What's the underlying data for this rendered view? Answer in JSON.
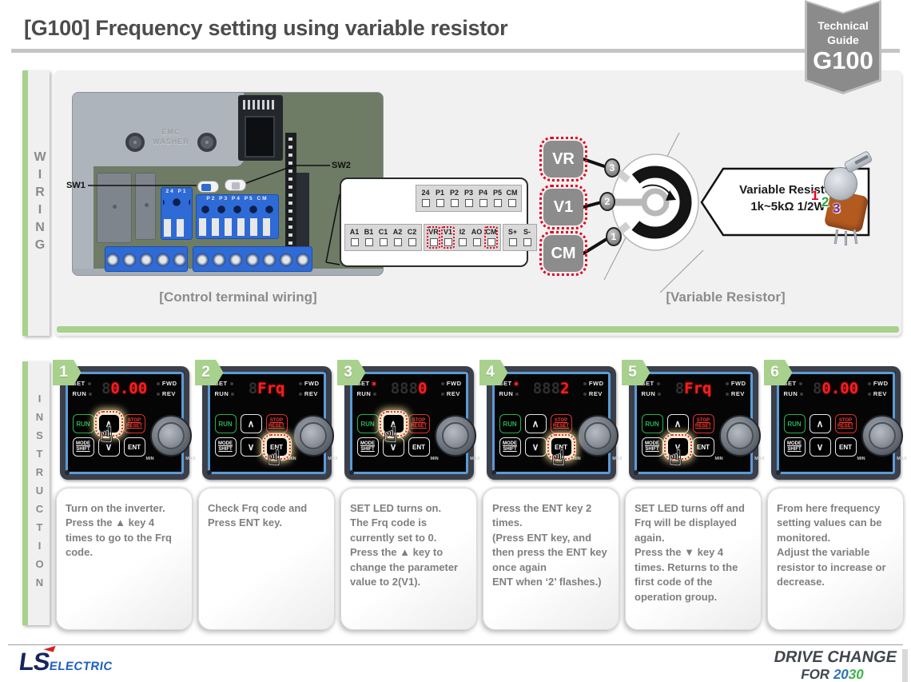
{
  "header": {
    "title": "[G100] Frequency setting using variable resistor",
    "badge": {
      "line1": "Technical",
      "line2": "Guide",
      "code": "G100"
    }
  },
  "wiring": {
    "section_label": "WIRING",
    "pcb": {
      "emc_line1": "EMC",
      "emc_line2": "WASHER",
      "sw1_label": "SW1",
      "sw2_label": "SW2",
      "block1_text": "24 P1",
      "block2_text": "P2 P3 P4 P5 CM"
    },
    "terminal_diagram": {
      "top_row": [
        {
          "t": "24"
        },
        {
          "t": "P1"
        },
        {
          "t": "P2"
        },
        {
          "t": "P3"
        },
        {
          "t": "P4"
        },
        {
          "t": "P5"
        },
        {
          "t": "CM"
        }
      ],
      "bottom_groups": [
        {
          "items": [
            {
              "t": "A1"
            },
            {
              "t": "B1"
            },
            {
              "t": "C1"
            },
            {
              "t": "A2"
            },
            {
              "t": "C2"
            }
          ]
        },
        {
          "items": [
            {
              "t": "VR",
              "hl": true
            },
            {
              "t": "V1",
              "hl": true
            },
            {
              "t": "I2"
            },
            {
              "t": "AO"
            },
            {
              "t": "CM",
              "hl": true
            }
          ]
        },
        {
          "items": [
            {
              "t": "S+"
            },
            {
              "t": "S-"
            }
          ]
        }
      ]
    },
    "caption_left": "[Control terminal wiring]",
    "pot_connections": [
      {
        "terminal": "VR",
        "pin": "3"
      },
      {
        "terminal": "V1",
        "pin": "2"
      },
      {
        "terminal": "CM",
        "pin": "1"
      }
    ],
    "callout": {
      "line1": "Variable Resistor",
      "line2": "1k~5kΩ 1/2W",
      "pin1": "1",
      "pin2": "2",
      "pin3": "3"
    },
    "caption_right": "[Variable Resistor]"
  },
  "instruction": {
    "section_label": "INSTRUCTION",
    "keypad": {
      "set": "SET",
      "run_led": "RUN",
      "fwd": "FWD",
      "rev": "REV",
      "run": "RUN",
      "up": "∧",
      "stop_line1": "STOP",
      "stop_line2": "RESET",
      "mode_line1": "MODE",
      "mode_line2": "SHIFT",
      "down": "∨",
      "ent": "ENT",
      "min": "MIN",
      "max": "MAX"
    },
    "steps": [
      {
        "number": "1",
        "display_dim": "8",
        "display_lit": "0.00",
        "set_led": false,
        "highlight_key": "up",
        "hand": true,
        "text": "Turn on the inverter.\nPress the ▲ key 4 times to go to the Frq code."
      },
      {
        "number": "2",
        "display_dim": "8",
        "display_lit": "Frq",
        "set_led": false,
        "highlight_key": "ent",
        "hand": true,
        "text": "Check Frq code and Press ENT key."
      },
      {
        "number": "3",
        "display_dim": "888",
        "display_lit": "0",
        "set_led": true,
        "highlight_key": "up",
        "hand": true,
        "text": "SET LED turns on.\nThe Frq code is currently set to 0.\nPress the ▲ key to change the parameter value to 2(V1)."
      },
      {
        "number": "4",
        "display_dim": "888",
        "display_lit": "2",
        "set_led": true,
        "highlight_key": "ent",
        "hand": true,
        "text": "Press the ENT key 2 times.\n(Press ENT key, and then press the ENT key once again\nENT when ‘2’ flashes.)"
      },
      {
        "number": "5",
        "display_dim": "8",
        "display_lit": "Frq",
        "set_led": false,
        "highlight_key": "down",
        "hand": true,
        "text": "SET LED turns off and Frq will be displayed again.\nPress the ▼ key 4 times. Returns to the first code of the operation group."
      },
      {
        "number": "6",
        "display_dim": "8",
        "display_lit": "0.00",
        "set_led": false,
        "highlight_key": "",
        "hand": false,
        "text": "From here frequency setting values can be monitored.\nAdjust the variable resistor to increase or decrease."
      }
    ]
  },
  "footer": {
    "logo_ls": "LS",
    "logo_electric": "ELECTRIC",
    "slogan_line1": "DRIVE CHANGE",
    "slogan_for": "FOR",
    "slogan_20": "20",
    "slogan_30": "30"
  }
}
